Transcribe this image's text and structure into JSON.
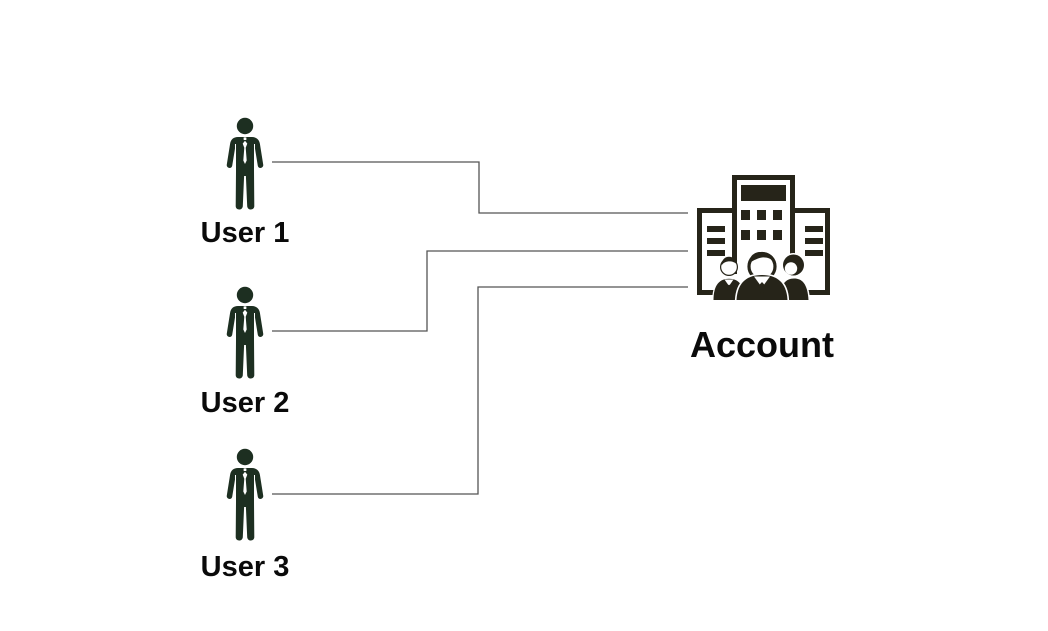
{
  "diagram": {
    "type": "node-link-diagram",
    "background": "#ffffff",
    "nodes": {
      "users": [
        {
          "id": "user-1",
          "label": "User 1",
          "icon": "person-with-tie-icon"
        },
        {
          "id": "user-2",
          "label": "User 2",
          "icon": "person-with-tie-icon"
        },
        {
          "id": "user-3",
          "label": "User 3",
          "icon": "person-with-tie-icon"
        }
      ],
      "account": {
        "id": "account",
        "label": "Account",
        "icon": "office-building-with-team-icon"
      }
    },
    "connections": [
      {
        "from": "user-1",
        "to": "account",
        "style": "elbow"
      },
      {
        "from": "user-2",
        "to": "account",
        "style": "elbow"
      },
      {
        "from": "user-3",
        "to": "account",
        "style": "elbow"
      }
    ],
    "colors": {
      "user_icon": "#1d2f21",
      "account_icon": "#262419",
      "label_text": "#0a0a0a",
      "connector": "#555555"
    }
  }
}
